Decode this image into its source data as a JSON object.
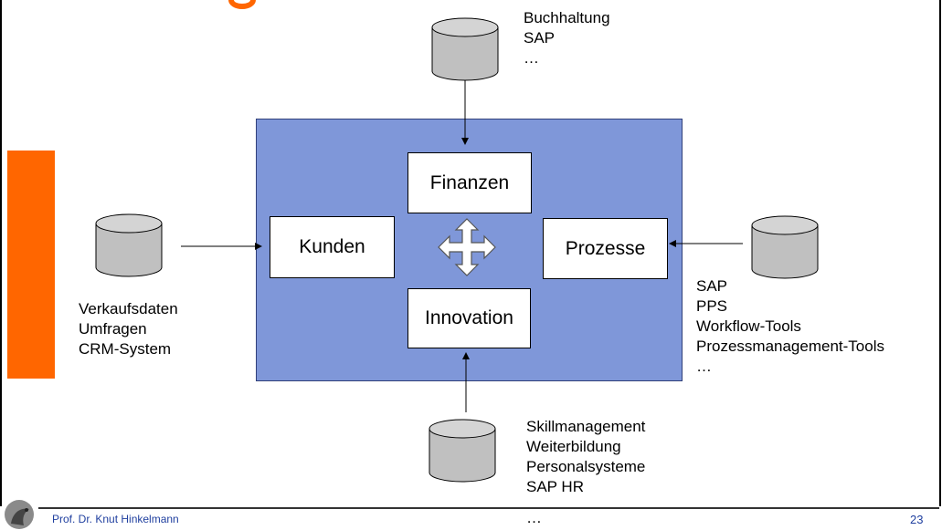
{
  "colors": {
    "accent": "#ff6600",
    "main_box": "#7f97d9",
    "cylinder": "#c0c0c0",
    "footer_text": "#1f3f9f"
  },
  "perspectives": {
    "finanzen": "Finanzen",
    "kunden": "Kunden",
    "prozesse": "Prozesse",
    "innovation": "Innovation"
  },
  "sources": {
    "finanzen": "Buchhaltung\nSAP\n…",
    "kunden": "Verkaufsdaten\nUmfragen\nCRM-System",
    "prozesse": "SAP\nPPS\nWorkflow-Tools\nProzessmanagement-Tools\n…",
    "innovation": "Skillmanagement\nWeiterbildung\nPersonalsysteme\nSAP HR"
  },
  "footer": {
    "author": "Prof. Dr. Knut Hinkelmann",
    "page": "23",
    "trailing": "…"
  },
  "icons": {
    "database": "database-icon",
    "move": "four-way-arrow-icon",
    "logo": "bird-logo-icon"
  }
}
